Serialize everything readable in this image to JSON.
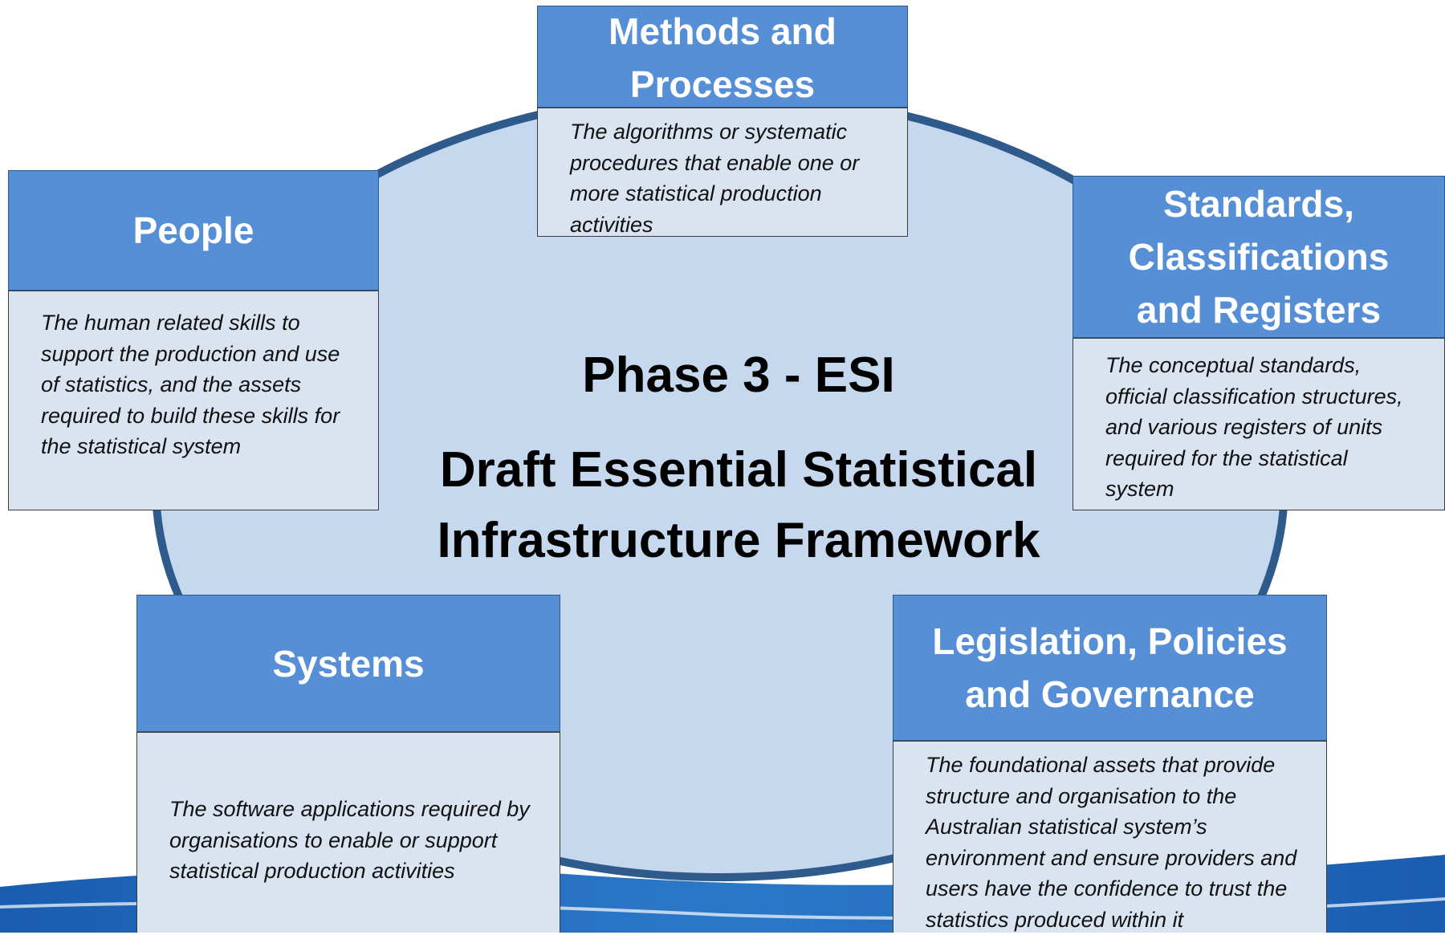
{
  "center": {
    "phase": "Phase 3 - ESI",
    "framework_line1": "Draft Essential Statistical",
    "framework_line2": "Infrastructure Framework"
  },
  "components": {
    "methods": {
      "title_line1": "Methods and",
      "title_line2": "Processes",
      "description": "The algorithms or systematic procedures that enable one or more statistical production activities"
    },
    "people": {
      "title": "People",
      "description": "The human related skills to support the production and use of statistics, and the assets required to build these skills for the statistical system"
    },
    "standards": {
      "title_line1": "Standards,",
      "title_line2": "Classifications",
      "title_line3": "and Registers",
      "description": "The conceptual standards, official classification structures, and various registers of units required for the statistical system"
    },
    "systems": {
      "title": "Systems",
      "description": "The software applications required by organisations to enable or support statistical production activities"
    },
    "legislation": {
      "title_line1": "Legislation, Policies",
      "title_line2": "and Governance",
      "description": "The foundational assets that provide structure and organisation to the Australian statistical system’s environment and ensure providers and users have the confidence to trust the statistics produced within it"
    }
  },
  "colors": {
    "header_fill": "#568fd6",
    "description_fill": "#dae4f1",
    "circle_fill": "#c5d8ee",
    "circle_stroke": "#2f5b8c",
    "swoosh": "#1f5fae"
  }
}
